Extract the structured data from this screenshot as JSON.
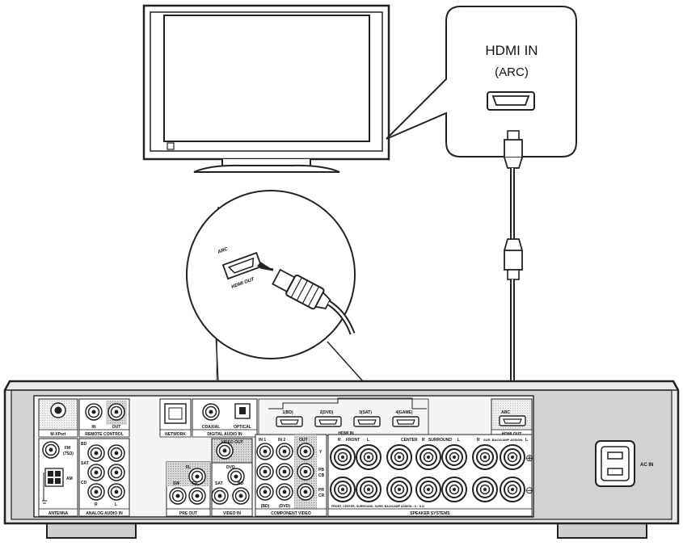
{
  "callout": {
    "title": "HDMI IN",
    "subtitle": "(ARC)"
  },
  "zoom": {
    "arc": "ARC",
    "hdmi_out": "HDMI OUT"
  },
  "receiver": {
    "sections": {
      "m_xport": "M-XPort",
      "remote_control": "REMOTE CONTROL",
      "remote_in": "IN",
      "remote_out": "OUT",
      "network": "NETWORK",
      "digital_audio_in": "DIGITAL AUDIO IN",
      "coaxial": "COAXIAL",
      "optical": "OPTICAL",
      "hdmi_in": "HDMI IN",
      "hdmi_out": "HDMI OUT",
      "arc": "ARC",
      "antenna": "ANTENNA",
      "fm": "FM",
      "fm_ohm": "(75Ω)",
      "am": "AM",
      "analog_audio_in": "ANALOG AUDIO IN",
      "pre_out": "PRE OUT",
      "video_in": "VIDEO IN",
      "video_out": "VIDEO OUT",
      "component_video": "COMPONENT VIDEO",
      "speaker_systems": "SPEAKER SYSTEMS",
      "speaker_note": "FRONT, CENTER, SURROUND, SURR. BACK/AMP ASSIGN : 6 ~ 8 Ω",
      "ac_in": "AC IN",
      "sl": "FL",
      "sw": "SW",
      "fr": "FR",
      "dvd": "DVD",
      "sat": "SAT",
      "bd": "BD",
      "in1": "IN 1",
      "in2": "IN 2",
      "out": "OUT",
      "comp_bd": "(BD)",
      "comp_dvd": "(DVD)",
      "y": "Y",
      "pb": "PB",
      "cb": "CB",
      "pr": "PR",
      "cr": "CR",
      "analog_bd": "BD",
      "analog_sat": "SAT",
      "analog_cd": "CD",
      "r": "R",
      "l": "L",
      "spk_front_r": "R",
      "spk_front": "FRONT",
      "spk_front_l": "L",
      "spk_center": "CENTER",
      "spk_surround_r": "R",
      "spk_surround": "SURROUND",
      "spk_surround_l": "L",
      "spk_back_r": "R",
      "spk_back": "SUR. BACK/AMP ASSIGN",
      "spk_back_l": "L",
      "plus": "⊕",
      "minus": "⊖"
    },
    "hdmi_inputs": [
      "1(BD)",
      "2(DVD)",
      "3(SAT)",
      "4(GAME)"
    ]
  }
}
